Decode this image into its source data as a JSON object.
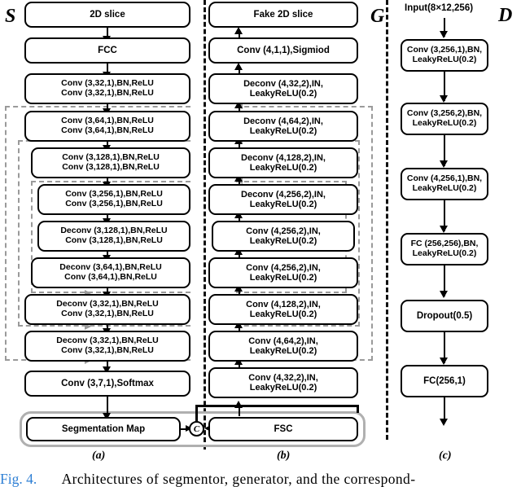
{
  "figure": {
    "number_label": "Fig. 4.",
    "caption_text": "Architectures of segmentor, generator, and the correspond-"
  },
  "columns": {
    "segmentor": {
      "letter": "S",
      "subcaption": "(a)",
      "blocks": [
        {
          "line1": "2D slice",
          "line2": ""
        },
        {
          "line1": "FCC",
          "line2": ""
        },
        {
          "line1": "Conv (3,32,1),BN,ReLU",
          "line2": "Conv (3,32,1),BN,ReLU"
        },
        {
          "line1": "Conv (3,64,1),BN,ReLU",
          "line2": "Conv (3,64,1),BN,ReLU"
        },
        {
          "line1": "Conv (3,128,1),BN,ReLU",
          "line2": "Conv (3,128,1),BN,ReLU"
        },
        {
          "line1": "Conv (3,256,1),BN,ReLU",
          "line2": "Conv (3,256,1),BN,ReLU"
        },
        {
          "line1": "Deconv (3,128,1),BN,ReLU",
          "line2": "Conv (3,128,1),BN,ReLU"
        },
        {
          "line1": "Deconv (3,64,1),BN,ReLU",
          "line2": "Conv (3,64,1),BN,ReLU"
        },
        {
          "line1": "Deconv (3,32,1),BN,ReLU",
          "line2": "Conv (3,32,1),BN,ReLU"
        },
        {
          "line1": "Deconv (3,32,1),BN,ReLU",
          "line2": "Conv (3,32,1),BN,ReLU"
        },
        {
          "line1": "Conv (3,7,1),Softmax",
          "line2": ""
        },
        {
          "line1": "Segmentation Map",
          "line2": ""
        }
      ]
    },
    "generator": {
      "letter": "G",
      "subcaption": "(b)",
      "blocks": [
        {
          "line1": "Fake 2D slice",
          "line2": ""
        },
        {
          "line1": "Conv  (4,1,1),Sigmiod",
          "line2": ""
        },
        {
          "line1": "Deconv (4,32,2),IN,",
          "line2": "LeakyReLU(0.2)"
        },
        {
          "line1": "Deconv (4,64,2),IN,",
          "line2": "LeakyReLU(0.2)"
        },
        {
          "line1": "Deconv (4,128,2),IN,",
          "line2": "LeakyReLU(0.2)"
        },
        {
          "line1": "Deconv (4,256,2),IN,",
          "line2": "LeakyReLU(0.2)"
        },
        {
          "line1": "Conv (4,256,2),IN,",
          "line2": "LeakyReLU(0.2)"
        },
        {
          "line1": "Conv (4,256,2),IN,",
          "line2": "LeakyReLU(0.2)"
        },
        {
          "line1": "Conv (4,128,2),IN,",
          "line2": "LeakyReLU(0.2)"
        },
        {
          "line1": "Conv (4,64,2),IN,",
          "line2": "LeakyReLU(0.2)"
        },
        {
          "line1": "Conv (4,32,2),IN,",
          "line2": "LeakyReLU(0.2)"
        },
        {
          "line1": "FSC",
          "line2": ""
        }
      ]
    },
    "discriminator": {
      "letter": "D",
      "subcaption": "(c)",
      "input_label": "Input(8×12,256)",
      "blocks": [
        {
          "line1": "Conv  (3,256,1),BN,",
          "line2": "LeakyReLU(0.2)"
        },
        {
          "line1": "Conv  (3,256,2),BN,",
          "line2": "LeakyReLU(0.2)"
        },
        {
          "line1": "Conv  (4,256,1),BN,",
          "line2": "LeakyReLU(0.2)"
        },
        {
          "line1": "FC (256,256),BN,",
          "line2": "LeakyReLU(0.2)"
        },
        {
          "line1": "Dropout(0.5)",
          "line2": ""
        },
        {
          "line1": "FC(256,1)",
          "line2": ""
        }
      ]
    }
  },
  "concat_node": {
    "symbol": "C"
  },
  "colors": {
    "stroke": "#000000",
    "skip": "#9a9a9a",
    "group_frame": "#b0b0b0",
    "caption_number": "#2e7fd4",
    "background": "#ffffff"
  }
}
